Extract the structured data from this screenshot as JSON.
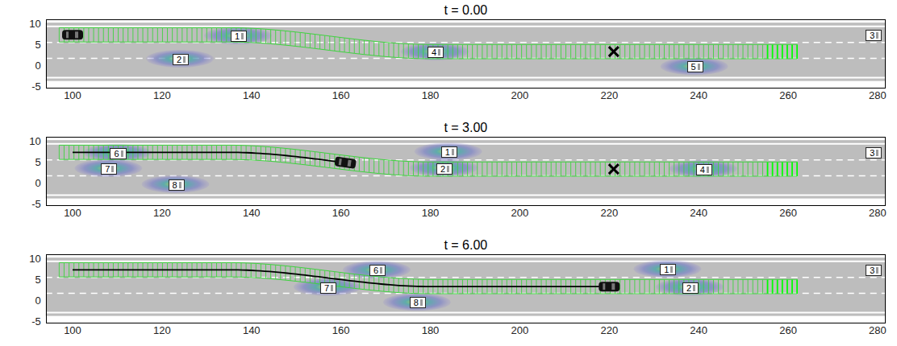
{
  "diagram": {
    "nodes": [
      {
        "text": [
          "t = 0.00"
        ]
      },
      {
        "text": [
          "t = 3.00"
        ]
      },
      {
        "text": [
          "t = 6.00"
        ]
      },
      {
        "text": [
          "1"
        ],
        "in": 0
      },
      {
        "text": [
          "2"
        ],
        "in": 0
      },
      {
        "text": [
          "4"
        ],
        "in": 0
      },
      {
        "text": [
          "5"
        ],
        "in": 0
      },
      {
        "text": [
          "3"
        ],
        "in": 0
      },
      {
        "text": [
          "6"
        ],
        "in": 1
      },
      {
        "text": [
          "1"
        ],
        "in": 1
      },
      {
        "text": [
          "7"
        ],
        "in": 1
      },
      {
        "text": [
          "2"
        ],
        "in": 1
      },
      {
        "text": [
          "8"
        ],
        "in": 1
      },
      {
        "text": [
          "4"
        ],
        "in": 1
      },
      {
        "text": [
          "3"
        ],
        "in": 1
      },
      {
        "text": [
          "6"
        ],
        "in": 2
      },
      {
        "text": [
          "1"
        ],
        "in": 2
      },
      {
        "text": [
          "7"
        ],
        "in": 2
      },
      {
        "text": [
          "2"
        ],
        "in": 2
      },
      {
        "text": [
          "8"
        ],
        "in": 2
      },
      {
        "text": [
          "3"
        ],
        "in": 2
      }
    ],
    "labels": [
      "10",
      "5",
      "0",
      "-5",
      "100",
      "120",
      "140",
      "160",
      "180",
      "200",
      "220",
      "240",
      "260",
      "280",
      "10",
      "5",
      "0",
      "-5",
      "100",
      "120",
      "140",
      "160",
      "180",
      "200",
      "220",
      "240",
      "260",
      "280",
      "10",
      "5",
      "0",
      "-5",
      "100",
      "120",
      "140",
      "160",
      "180",
      "200",
      "220",
      "240",
      "260",
      "280"
    ]
  }
}
